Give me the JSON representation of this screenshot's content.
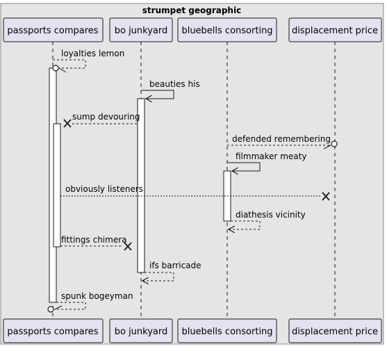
{
  "diagram": {
    "title": "strumpet geographic",
    "participants": [
      {
        "id": "p1",
        "label": "passports compares"
      },
      {
        "id": "p2",
        "label": "bo junkyard"
      },
      {
        "id": "p3",
        "label": "bluebells consorting"
      },
      {
        "id": "p4",
        "label": "displacement price"
      }
    ],
    "messages": [
      {
        "from": "p1",
        "to": "p1",
        "label": "loyalties lemon",
        "style": "dashed",
        "end": "circle"
      },
      {
        "from": "p2",
        "to": "p2",
        "label": "beauties his",
        "style": "solid",
        "end": "arrow"
      },
      {
        "from": "p2",
        "to": "p1",
        "label": "sump devouring",
        "style": "dashed",
        "end": "cross"
      },
      {
        "from": "p3",
        "to": "p4",
        "label": "defended remembering",
        "style": "dashed",
        "end": "circle"
      },
      {
        "from": "p3",
        "to": "p3",
        "label": "filmmaker meaty",
        "style": "solid",
        "end": "arrow"
      },
      {
        "from": "p1",
        "to": "p4",
        "label": "obviously listeners",
        "style": "dotted",
        "end": "cross"
      },
      {
        "from": "p3",
        "to": "p3",
        "label": "diathesis vicinity",
        "style": "dashed",
        "end": "arrow"
      },
      {
        "from": "p1",
        "to": "p2",
        "label": "fittings chimera",
        "style": "dashed",
        "end": "cross"
      },
      {
        "from": "p2",
        "to": "p2",
        "label": "ifs barricade",
        "style": "dashed",
        "end": "arrow"
      },
      {
        "from": "p1",
        "to": "p1",
        "label": "spunk bogeyman",
        "style": "dashed",
        "end": "circle"
      }
    ],
    "colors": {
      "frame_bg": "#e5e5e5",
      "frame_border": "#888888",
      "participant_fill": "#e2e2f0",
      "participant_border": "#181818",
      "line": "#181818",
      "activation_fill": "#ffffff"
    }
  }
}
